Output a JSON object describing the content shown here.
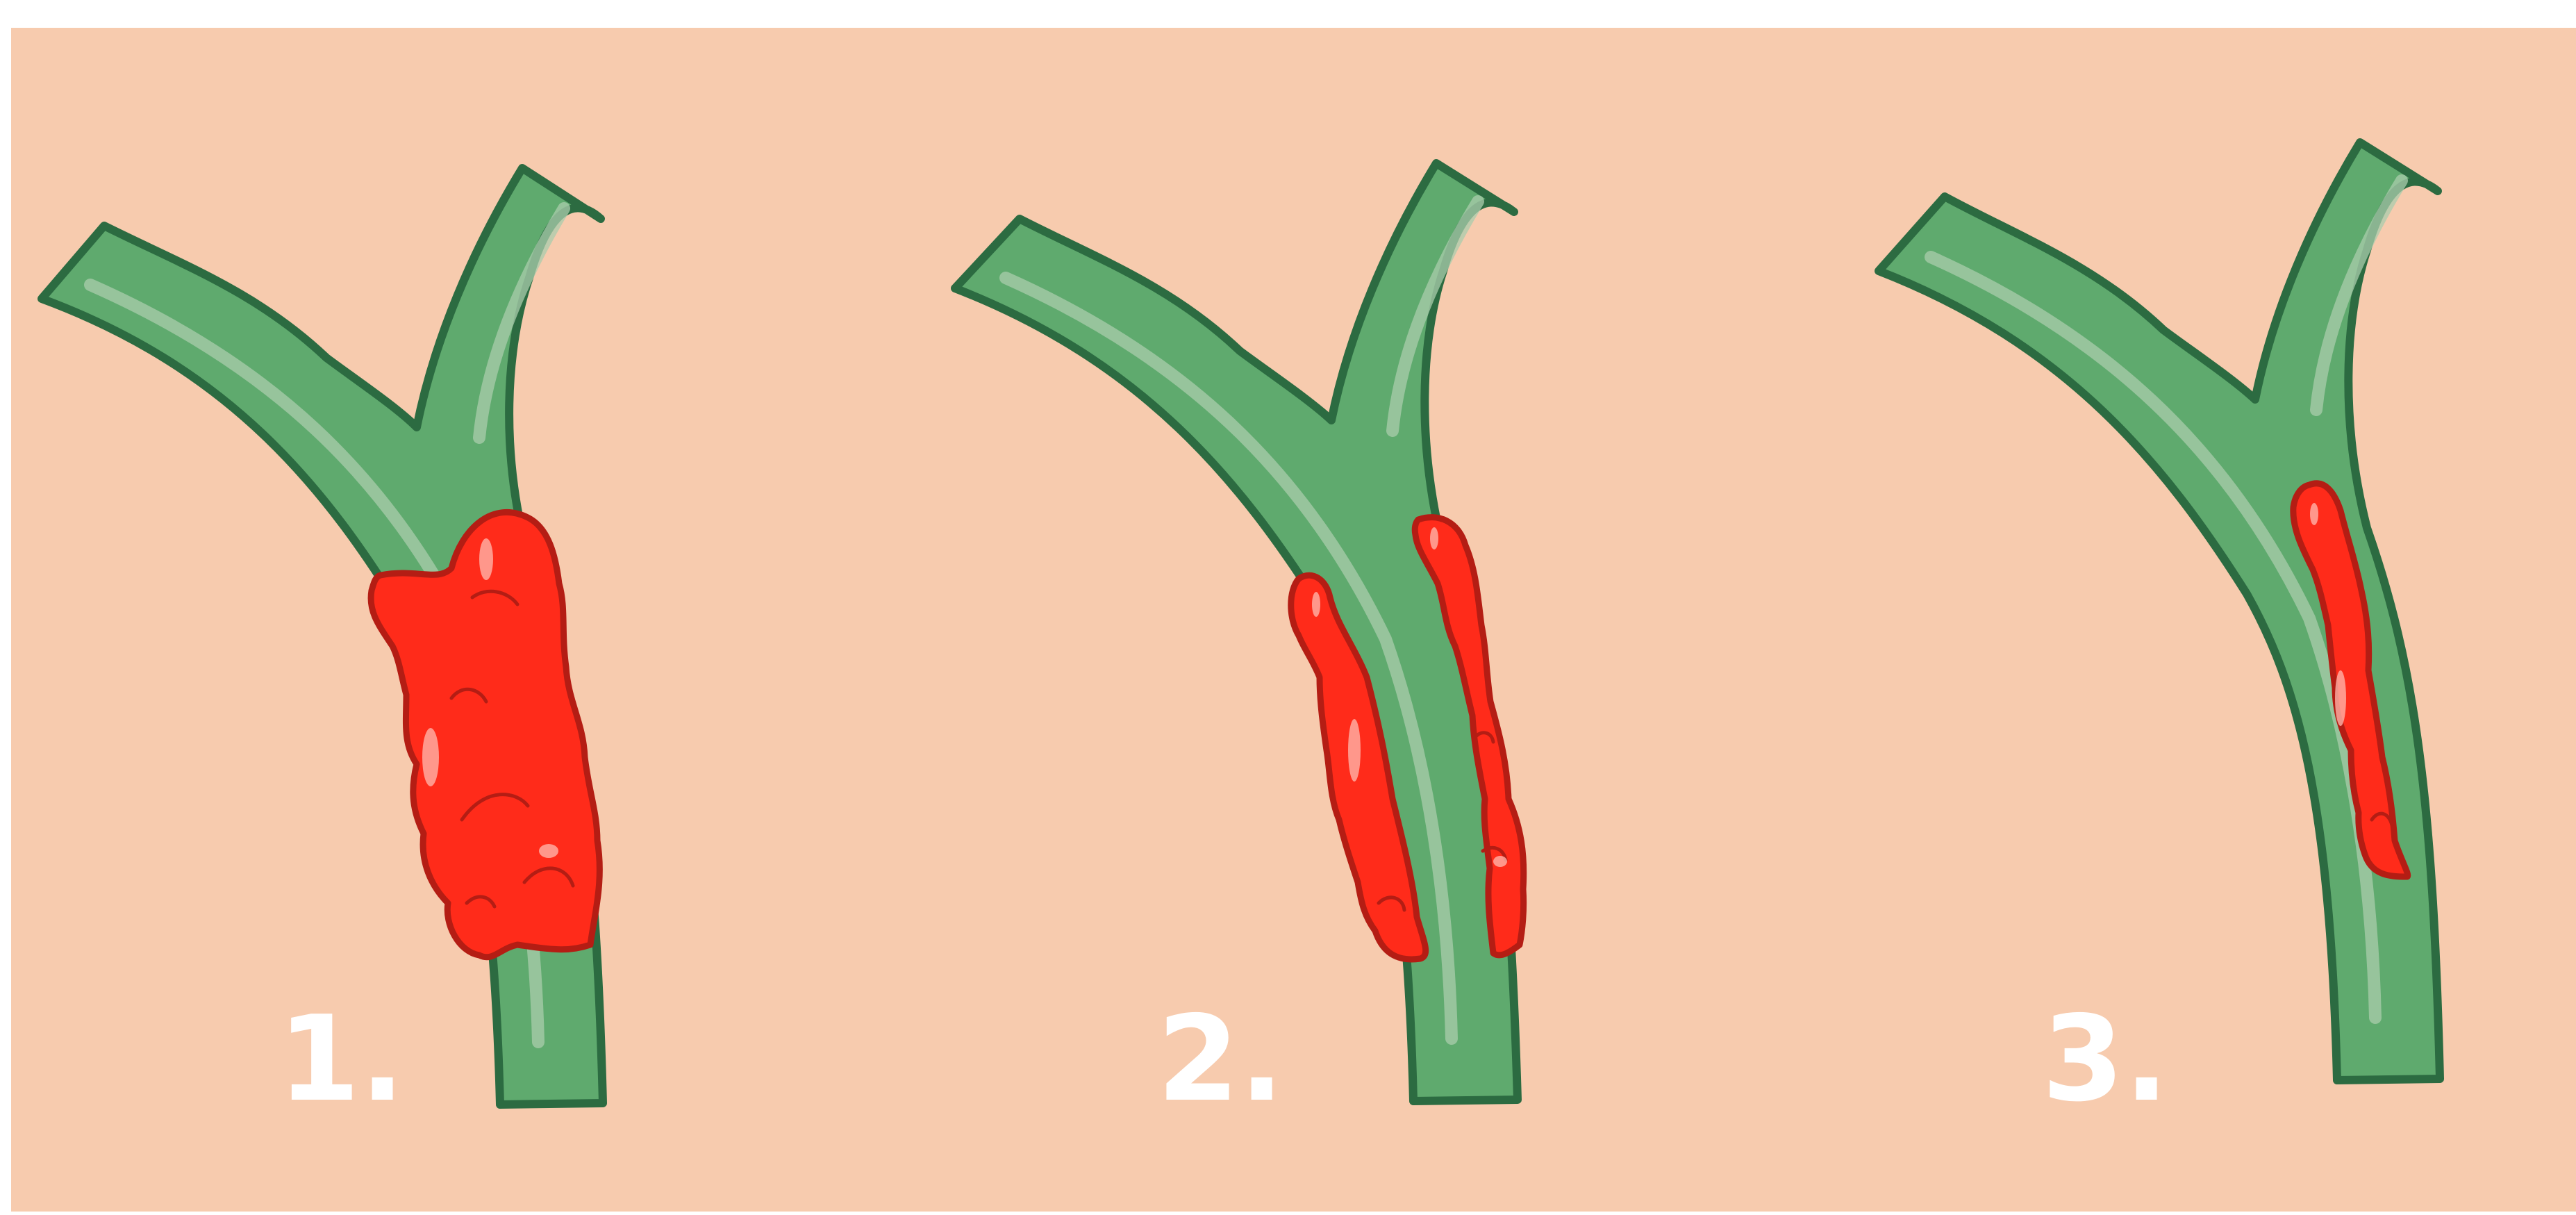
{
  "figure": {
    "background_color": "#f7cbae",
    "vessel_fill": "#5faa6e",
    "vessel_stroke": "#2c6b41",
    "vessel_highlight": "#a9ccac",
    "clot_fill": "#ff2b1a",
    "clot_stroke": "#b41d14",
    "label_color": "#ffffff"
  },
  "panels": [
    {
      "id": "1",
      "label": "1.",
      "clot_coverage": "full-occlusion",
      "clot_pieces": 1
    },
    {
      "id": "2",
      "label": "2.",
      "clot_coverage": "partial-bilateral",
      "clot_pieces": 2
    },
    {
      "id": "3",
      "label": "3.",
      "clot_coverage": "partial-unilateral",
      "clot_pieces": 1
    }
  ]
}
